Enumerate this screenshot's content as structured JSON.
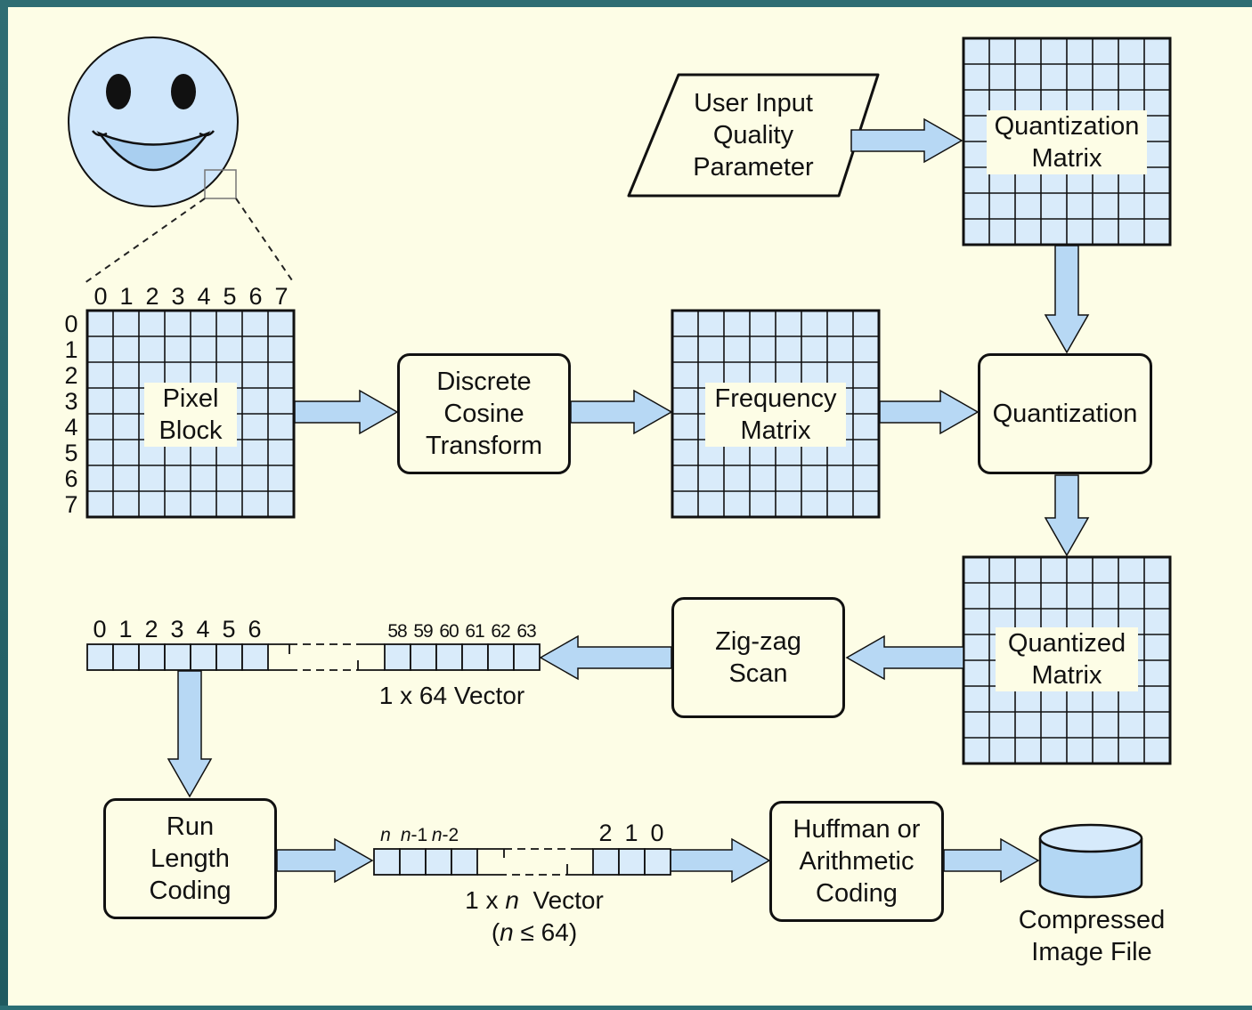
{
  "pixel_block": {
    "label_line1": "Pixel",
    "label_line2": "Block",
    "col_indices": [
      "0",
      "1",
      "2",
      "3",
      "4",
      "5",
      "6",
      "7"
    ],
    "row_indices": [
      "0",
      "1",
      "2",
      "3",
      "4",
      "5",
      "6",
      "7"
    ]
  },
  "user_input": {
    "line1": "User Input",
    "line2": "Quality",
    "line3": "Parameter"
  },
  "quantization_matrix": {
    "line1": "Quantization",
    "line2": "Matrix"
  },
  "dct": {
    "line1": "Discrete",
    "line2": "Cosine",
    "line3": "Transform"
  },
  "frequency_matrix": {
    "line1": "Frequency",
    "line2": "Matrix"
  },
  "quantization": {
    "label": "Quantization"
  },
  "quantized_matrix": {
    "line1": "Quantized",
    "line2": "Matrix"
  },
  "zigzag": {
    "line1": "Zig-zag",
    "line2": "Scan"
  },
  "vector64": {
    "left_indices": [
      "0",
      "1",
      "2",
      "3",
      "4",
      "5",
      "6"
    ],
    "right_indices": [
      "58",
      "59",
      "60",
      "61",
      "62",
      "63"
    ],
    "caption": "1 x 64 Vector"
  },
  "rle": {
    "line1": "Run",
    "line2": "Length",
    "line3": "Coding"
  },
  "vectorN": {
    "left_indices": [
      "n",
      "n-1",
      "n-2"
    ],
    "right_indices": [
      "2",
      "1",
      "0"
    ],
    "caption_prefix": "1 x ",
    "caption_var": "n",
    "caption_suffix": "  Vector",
    "constraint_open": "(",
    "constraint_var": "n",
    "constraint_rest": " ≤ 64)"
  },
  "huffman": {
    "line1": "Huffman or",
    "line2": "Arithmetic",
    "line3": "Coding"
  },
  "output": {
    "line1": "Compressed",
    "line2": "Image File"
  },
  "colors": {
    "background_frame": "#2b6e74",
    "panel": "#fdfde6",
    "cell_fill": "#d9ebfa",
    "arrow_fill": "#b7d8f4",
    "face_fill": "#cfe6fb",
    "stroke": "#111111"
  }
}
